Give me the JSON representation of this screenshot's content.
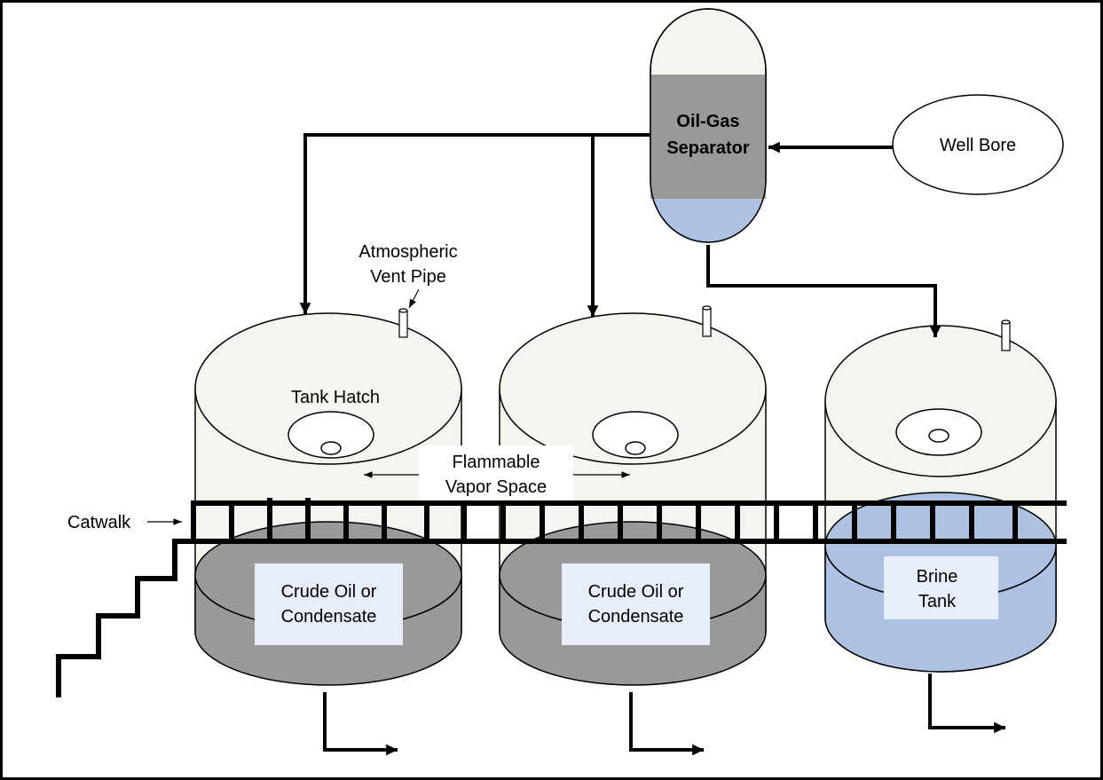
{
  "labels": {
    "separator_line1": "Oil-Gas",
    "separator_line2": "Separator",
    "well_bore": "Well Bore",
    "vent_line1": "Atmospheric",
    "vent_line2": "Vent Pipe",
    "tank_hatch": "Tank Hatch",
    "flammable_line1": "Flammable",
    "flammable_line2": "Vapor Space",
    "catwalk": "Catwalk",
    "tank1_line1": "Crude Oil or",
    "tank1_line2": "Condensate",
    "tank2_line1": "Crude Oil or",
    "tank2_line2": "Condensate",
    "tank3_line1": "Brine",
    "tank3_line2": "Tank"
  },
  "colors": {
    "tank_body": "#f3f6ee",
    "oil": "#999999",
    "brine": "#adc1e3",
    "label_box": "#e7eef9",
    "line": "#000000"
  }
}
